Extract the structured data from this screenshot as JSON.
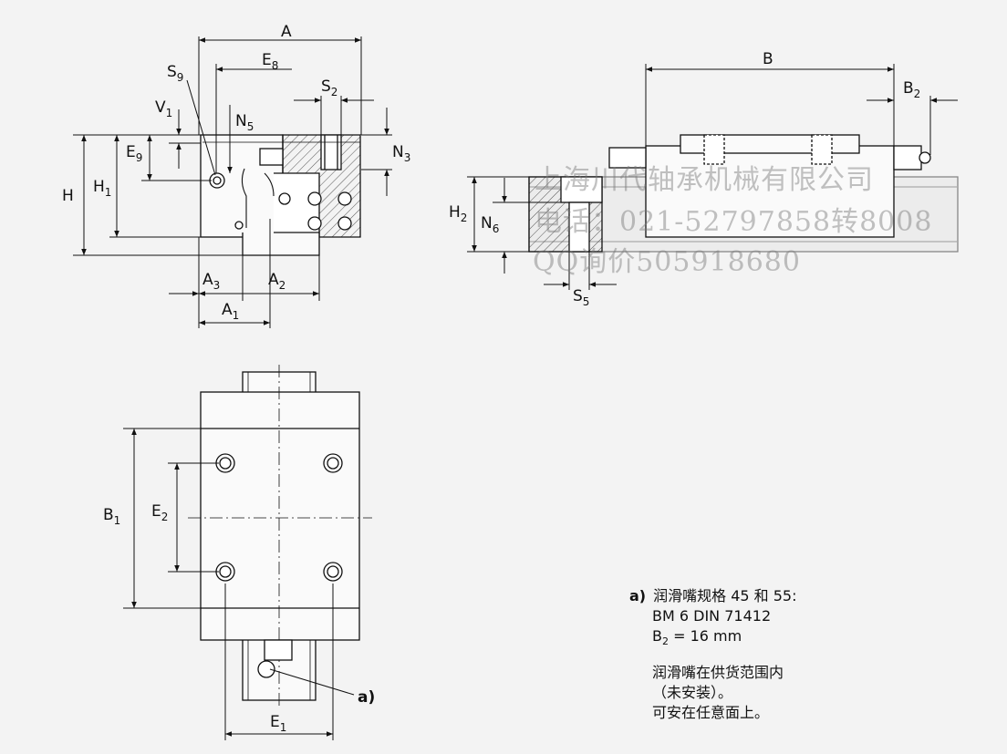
{
  "labels": {
    "A": "A",
    "E8": [
      "E",
      "8"
    ],
    "S9": [
      "S",
      "9"
    ],
    "V1": [
      "V",
      "1"
    ],
    "N5": [
      "N",
      "5"
    ],
    "S2": [
      "S",
      "2"
    ],
    "N3": [
      "N",
      "3"
    ],
    "E9": [
      "E",
      "9"
    ],
    "H": "H",
    "H1": [
      "H",
      "1"
    ],
    "A3": [
      "A",
      "3"
    ],
    "A2": [
      "A",
      "2"
    ],
    "A1": [
      "A",
      "1"
    ],
    "B": "B",
    "B2": [
      "B",
      "2"
    ],
    "H2": [
      "H",
      "2"
    ],
    "N6": [
      "N",
      "6"
    ],
    "S5": [
      "S",
      "5"
    ],
    "B1": [
      "B",
      "1"
    ],
    "E2": [
      "E",
      "2"
    ],
    "E1": [
      "E",
      "1"
    ],
    "callout": "a)"
  },
  "note": {
    "tag": "a)",
    "line1": "润滑嘴规格 45 和 55:",
    "line2": "BM 6 DIN 71412",
    "line3_main": "B",
    "line3_sub": "2",
    "line3_rest": " = 16 mm",
    "line4": "润滑嘴在供货范围内",
    "line5": "（未安装）。",
    "line6": "可安在任意面上。"
  },
  "watermark": {
    "line1": "上海川代轴承机械有限公司",
    "line2": "电话：021-52797858转8008",
    "line3": "QQ询价505918680"
  }
}
